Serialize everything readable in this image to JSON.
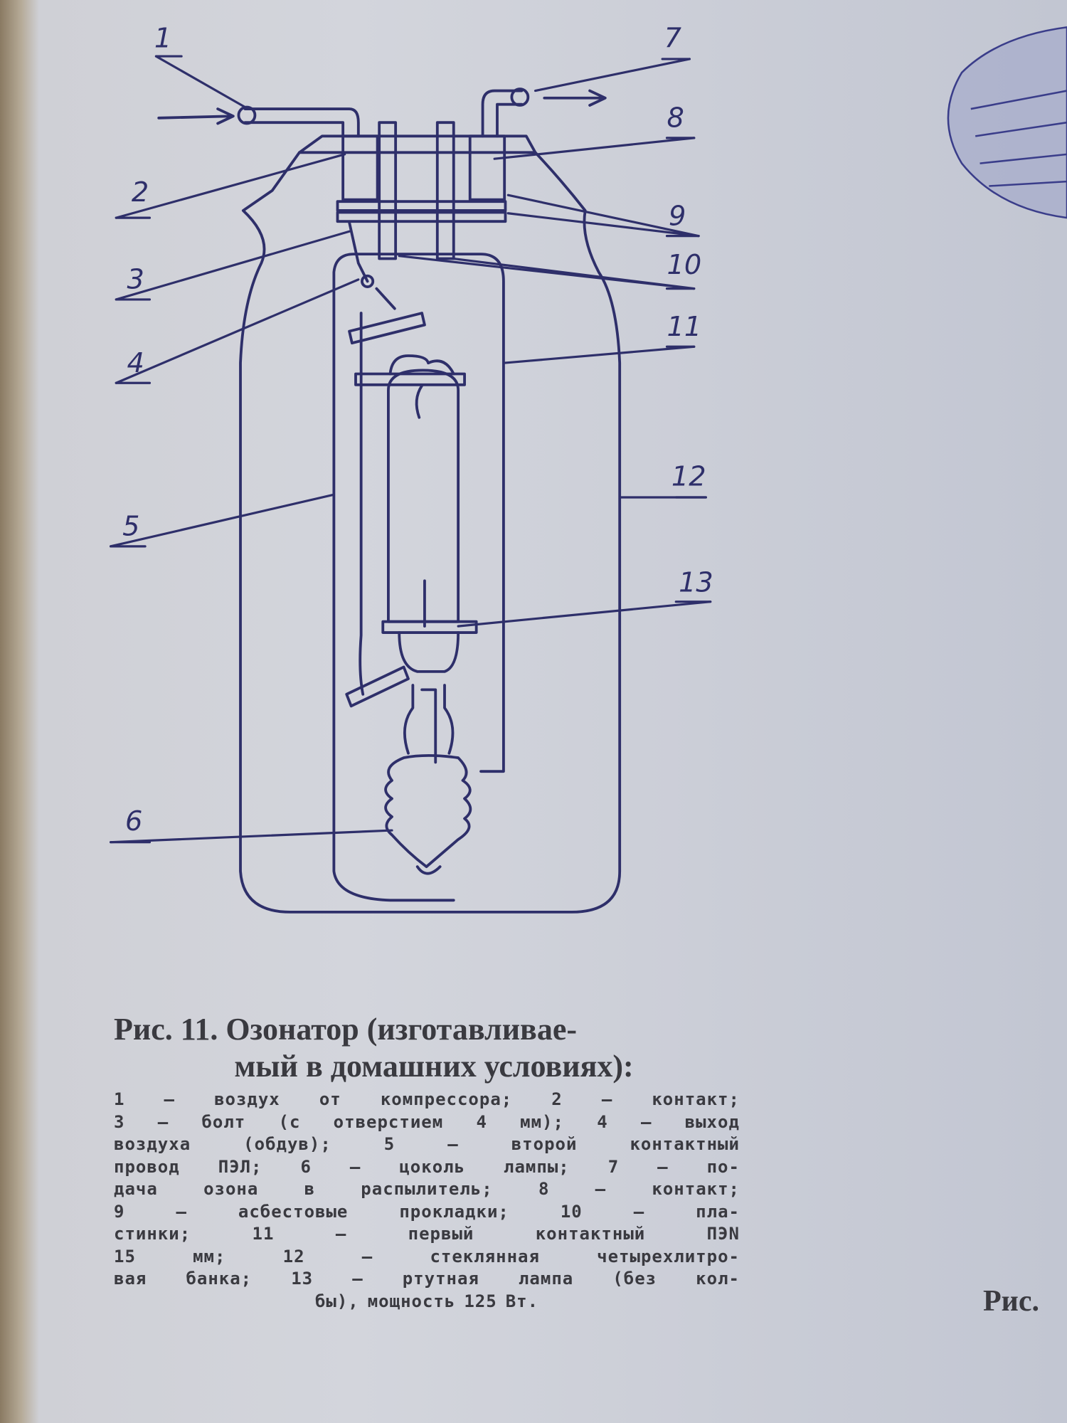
{
  "figure": {
    "labels": [
      "1",
      "2",
      "3",
      "4",
      "5",
      "6",
      "7",
      "8",
      "9",
      "10",
      "11",
      "12",
      "13"
    ]
  },
  "caption": {
    "title_line1": "Рис. 11. Озонатор (изготавливае-",
    "title_line2": "мый в домашних условиях):",
    "body_lines": [
      "1 — воздух от компрессора; 2 — контакт;",
      "3 — болт (с отверстием 4 мм); 4 — выход",
      "воздуха (обдув); 5 — второй контактный",
      "провод ПЭЛ; 6 — цоколь лампы; 7 — по-",
      "дача озона в распылитель; 8 — контакт;",
      "9 — асбестовые прокладки; 10 — пла-",
      "стинки; 11 — первый контактный ПЭN",
      "15 мм; 12 — стеклянная четырехлитро-",
      "вая банка; 13 — ртутная лампа (без кол-",
      "бы), мощность 125 Вт."
    ]
  },
  "right_page": {
    "caption_fragment": "Рис."
  },
  "colors": {
    "ink": "#2e2f6a",
    "paper": "#d0d2da",
    "text": "#3a3a40"
  }
}
